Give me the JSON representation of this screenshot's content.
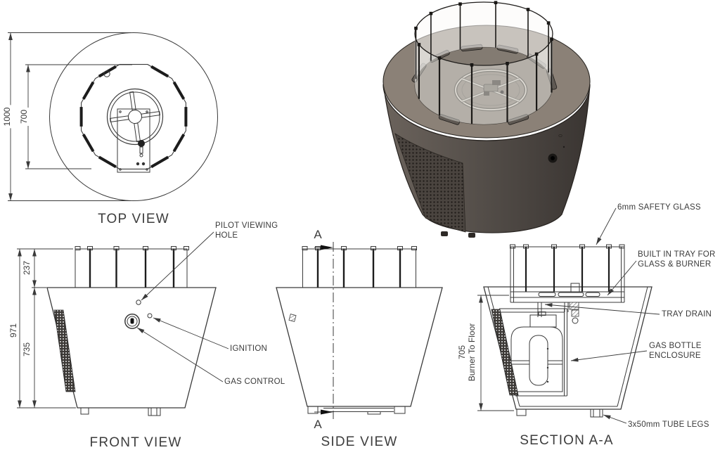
{
  "sheet": {
    "background": "#ffffff",
    "line_color": "#3a3a3a",
    "heavy_line_color": "#1c1c1c"
  },
  "views": {
    "top": {
      "caption": "TOP VIEW",
      "dims": {
        "outer": "1000",
        "inner": "700"
      }
    },
    "front": {
      "caption": "FRONT VIEW",
      "dims": {
        "screen": "237",
        "overall": "971",
        "body": "735"
      },
      "labels": {
        "pilot1": "PILOT VIEWING",
        "pilot2": "HOLE",
        "ignition": "IGNITION",
        "gas_control": "GAS CONTROL"
      }
    },
    "side": {
      "caption": "SIDE VIEW",
      "marker": "A"
    },
    "section": {
      "caption": "SECTION A-A",
      "dims": {
        "value": "705",
        "label": "Burner To Floor"
      },
      "labels": {
        "glass": "6mm SAFETY GLASS",
        "tray1": "BUILT IN TRAY FOR",
        "tray2": "GLASS & BURNER",
        "drain": "TRAY DRAIN",
        "bottle1": "GAS BOTTLE",
        "bottle2": "ENCLOSURE",
        "legs": "3x50mm TUBE LEGS"
      }
    },
    "render3d": {
      "top_color": "#8b8177",
      "body_color_light": "#6b635c",
      "body_color_dark": "#3a3532",
      "glass_color": "#f5f4f1",
      "frame_color": "#1b1917"
    }
  }
}
